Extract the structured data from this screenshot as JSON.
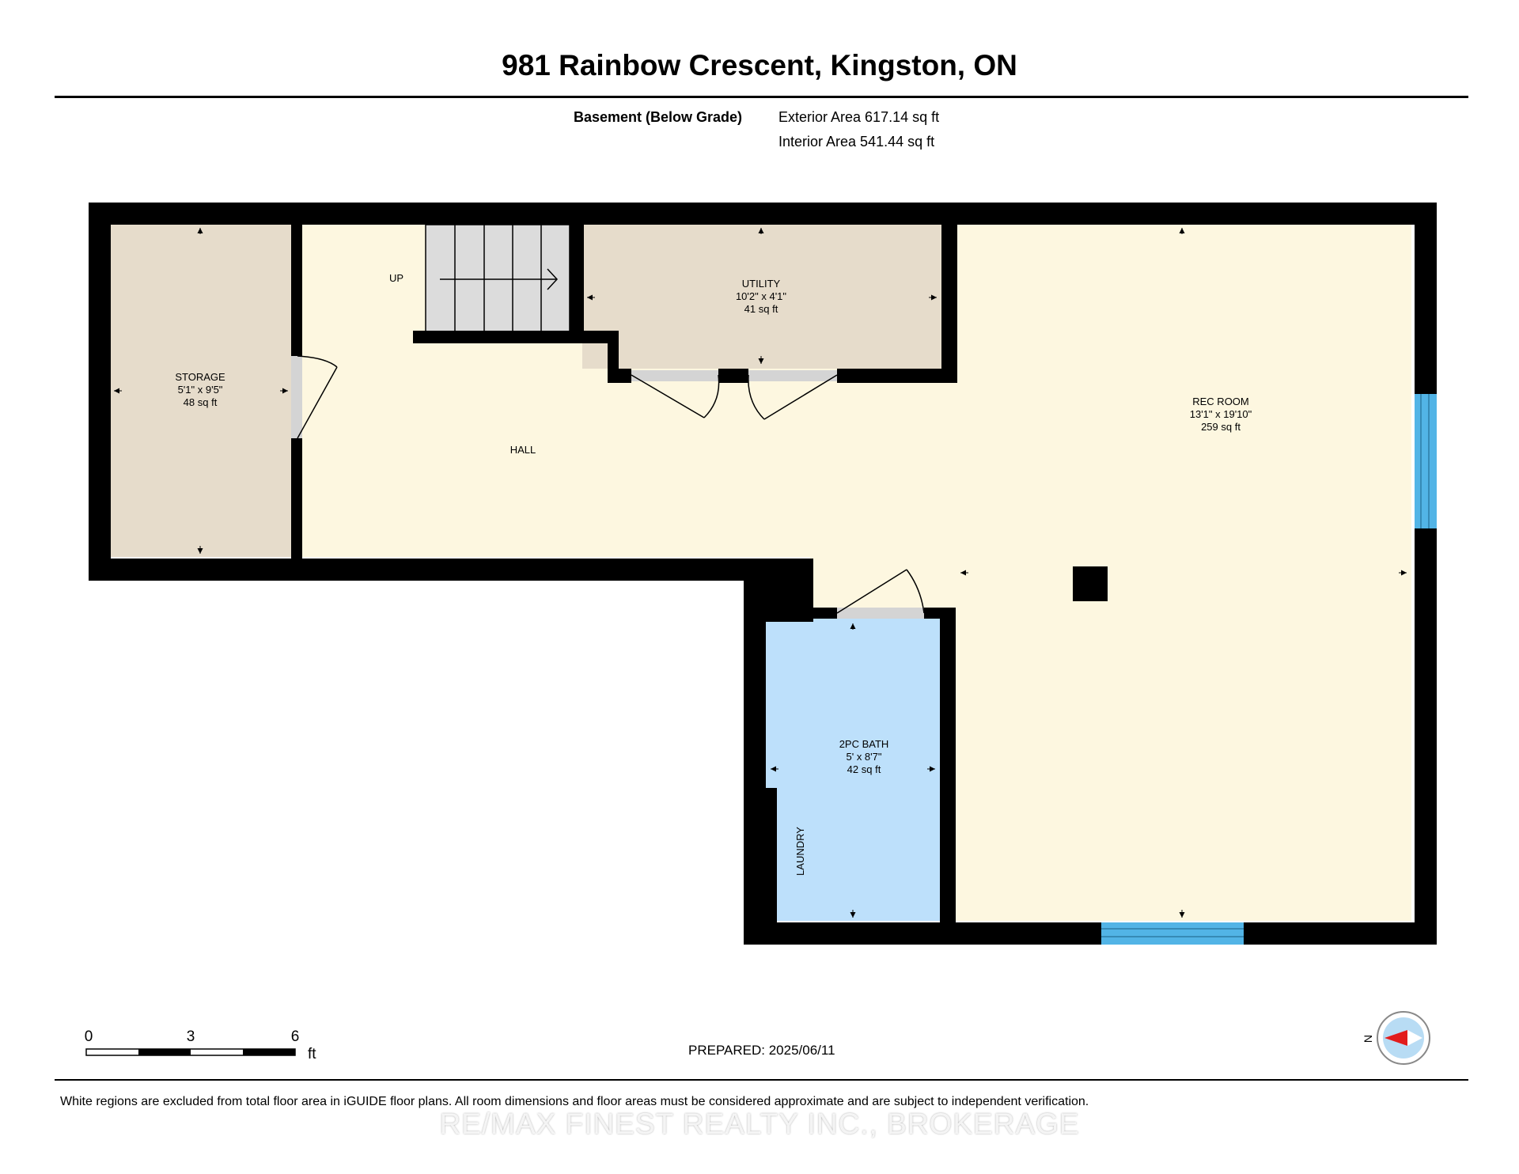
{
  "header": {
    "title": "981 Rainbow Crescent, Kingston, ON",
    "level": "Basement (Below Grade)",
    "exterior_area": "Exterior Area 617.14 sq ft",
    "interior_area": "Interior Area 541.44 sq ft"
  },
  "rooms": {
    "storage": {
      "name": "STORAGE",
      "dims": "5'1\" x 9'5\"",
      "area": "48 sq ft"
    },
    "utility": {
      "name": "UTILITY",
      "dims": "10'2\" x 4'1\"",
      "area": "41 sq ft"
    },
    "rec_room": {
      "name": "REC ROOM",
      "dims": "13'1\" x 19'10\"",
      "area": "259 sq ft"
    },
    "bath": {
      "name": "2PC BATH",
      "dims": "5' x 8'7\"",
      "area": "42 sq ft"
    },
    "hall": {
      "name": "HALL"
    },
    "laundry": {
      "name": "LAUNDRY"
    },
    "stairs": {
      "label": "UP"
    }
  },
  "scale": {
    "ticks": [
      "0",
      "3",
      "6"
    ],
    "unit": "ft"
  },
  "compass": {
    "label": "N"
  },
  "colors": {
    "storage": "#e6dccb",
    "utility": "#e6dccb",
    "hall": "#fdf7e0",
    "bath": "#bde0fb",
    "window": "#52b4e6",
    "wall": "#000000"
  },
  "footer": {
    "prepared": "PREPARED: 2025/06/11",
    "disclaimer": "White regions are excluded from total floor area in iGUIDE floor plans. All room dimensions and floor areas must be considered approximate and are subject to independent verification.",
    "watermark": "RE/MAX FINEST REALTY INC., BROKERAGE"
  }
}
